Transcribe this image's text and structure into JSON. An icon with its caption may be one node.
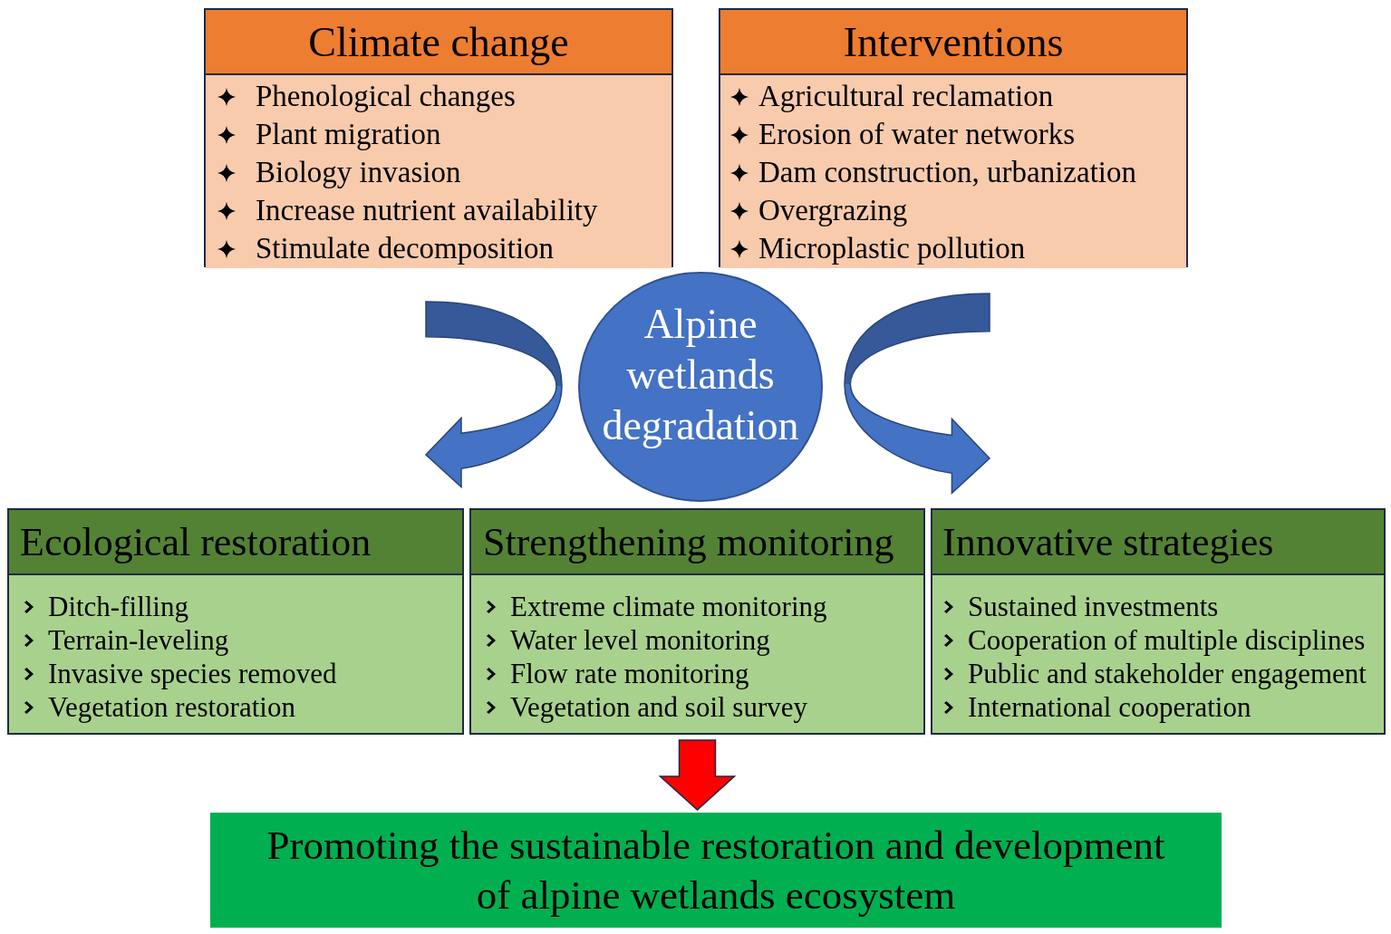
{
  "diagram": {
    "nodes": [
      {
        "text": [
          "Climate change",
          "Phenological changes",
          "Plant migration",
          "Biology invasion",
          "Increase nutrient availability",
          "Stimulate decomposition"
        ]
      },
      {
        "text": [
          "Interventions",
          "Agricultural reclamation",
          "Erosion of water networks",
          "Dam construction, urbanization",
          "Overgrazing",
          "Microplastic pollution"
        ]
      },
      {
        "text": [
          "Alpine wetlands degradation"
        ]
      },
      {
        "text": [
          "Ecological restoration",
          "Ditch-filling",
          "Terrain-leveling",
          "Invasive species removed",
          "Vegetation restoration"
        ]
      },
      {
        "text": [
          "Strengthening monitoring",
          "Extreme climate monitoring",
          "Water level monitoring",
          "Flow rate monitoring",
          "Vegetation and soil survey"
        ]
      },
      {
        "text": [
          "Innovative strategies",
          "Sustained investments",
          "Cooperation of multiple disciplines",
          "Public and stakeholder engagement",
          "International cooperation"
        ]
      },
      {
        "text": [
          "Promoting the sustainable restoration and development of alpine wetlands ecosystem"
        ]
      }
    ],
    "edges": [
      {
        "from": 0,
        "to": 3,
        "arrow": "to"
      },
      {
        "from": 1,
        "to": 5,
        "arrow": "to"
      },
      {
        "from": 4,
        "to": 6,
        "arrow": "to",
        "color": "#ff0000"
      }
    ]
  }
}
